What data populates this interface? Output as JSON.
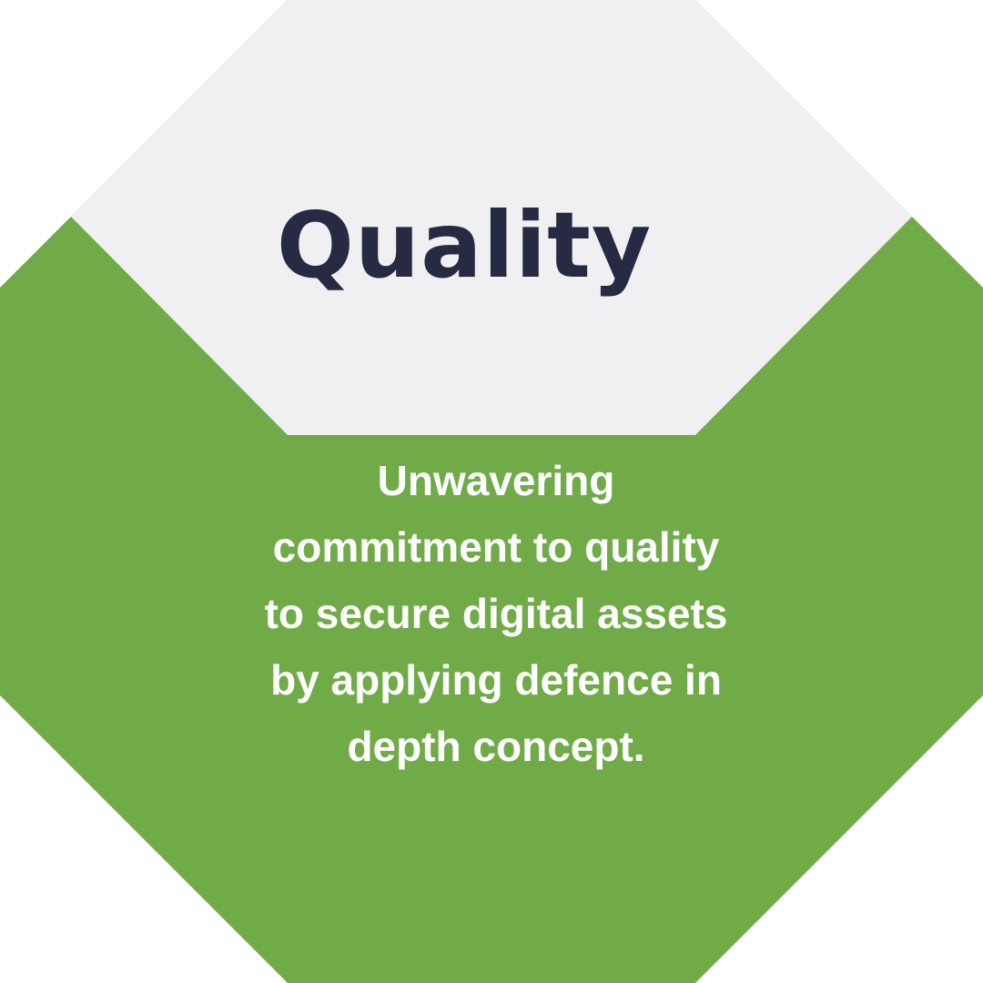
{
  "card": {
    "title": "Quality",
    "description_lines": [
      "Unwavering",
      "commitment to quality",
      "to secure digital assets",
      "by applying defence in",
      "depth concept."
    ]
  },
  "colors": {
    "octagon_fill": "#70ab48",
    "top_panel_fill": "#f0f0f2",
    "title_text": "#262a42",
    "description_text": "#ffffff"
  }
}
